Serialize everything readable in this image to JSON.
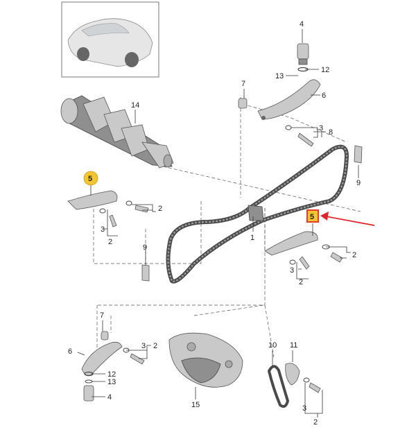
{
  "callouts": {
    "c1": "1",
    "c2a": "2",
    "c2b": "2",
    "c2c": "2",
    "c2d": "2",
    "c2e": "2",
    "c3a": "3",
    "c3b": "3",
    "c3c": "3",
    "c3d": "3",
    "c3e": "3",
    "c4a": "4",
    "c4b": "4",
    "c5a": "5",
    "c5b": "5",
    "c6a": "6",
    "c6b": "6",
    "c7a": "7",
    "c7b": "7",
    "c8": "8",
    "c9a": "9",
    "c9b": "9",
    "c10": "10",
    "c11": "11",
    "c12a": "12",
    "c12b": "12",
    "c13a": "13",
    "c13b": "13",
    "c14": "14",
    "c15": "15"
  },
  "colors": {
    "highlight_badge": "#f2c531",
    "highlight_box": "#e53b2d",
    "pointer_arrow": "#e0262a"
  }
}
